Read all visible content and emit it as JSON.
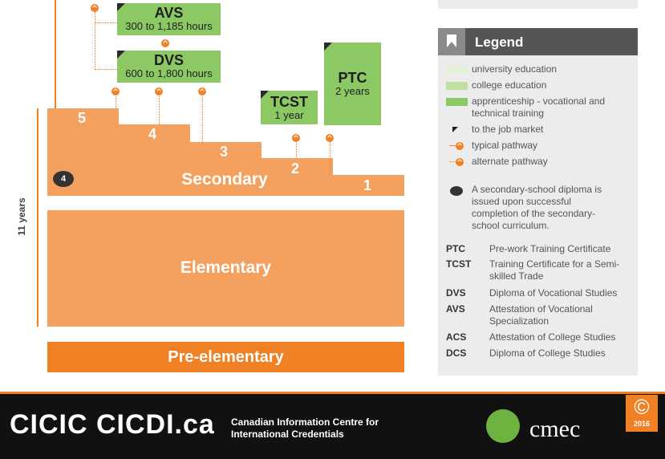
{
  "diagram": {
    "years_label": "11 years",
    "levels": {
      "secondary": "Secondary",
      "elementary": "Elementary",
      "pre_elementary": "Pre-elementary"
    },
    "steps": [
      "5",
      "4",
      "3",
      "2",
      "1"
    ],
    "note_marker": "4",
    "programs": {
      "avs": {
        "name": "AVS",
        "duration": "300 to 1,185 hours"
      },
      "dvs": {
        "name": "DVS",
        "duration": "600 to 1,800 hours"
      },
      "tcst": {
        "name": "TCST",
        "duration": "1 year"
      },
      "ptc": {
        "name": "PTC",
        "duration": "2 years"
      }
    }
  },
  "legend": {
    "title": "Legend",
    "items": [
      {
        "label": "university education",
        "color": "#e3f1d6"
      },
      {
        "label": "college education",
        "color": "#bfe09e"
      },
      {
        "label": "apprenticeship - vocational and technical training",
        "color": "#8cc864"
      },
      {
        "label": "to the job market",
        "icon": "corner-arrow-icon"
      },
      {
        "label": "typical pathway",
        "icon": "typical-pathway-icon"
      },
      {
        "label": "alternate pathway",
        "icon": "alternate-pathway-icon"
      }
    ],
    "note": "A secondary-school diploma is issued upon successful completion of the secondary-school curriculum.",
    "abbreviations": [
      {
        "abbr": "PTC",
        "desc": "Pre-work Training Certificate"
      },
      {
        "abbr": "TCST",
        "desc": "Training Certificate for a Semi-skilled Trade"
      },
      {
        "abbr": "DVS",
        "desc": "Diploma of Vocational Studies"
      },
      {
        "abbr": "AVS",
        "desc": "Attestation of Vocational Specialization"
      },
      {
        "abbr": "ACS",
        "desc": "Attestation of College Studies"
      },
      {
        "abbr": "DCS",
        "desc": "Diploma of College Studies"
      }
    ]
  },
  "footer": {
    "logo_text": "CICIC CICDI.ca",
    "org_line1": "Canadian Information Centre for",
    "org_line2": "International Credentials",
    "cmec_text": "cmec",
    "copyright_symbol": "©",
    "copyright_year": "2016"
  },
  "colors": {
    "secondary": "#f4a05f",
    "pre_elementary": "#ef8023",
    "program_green": "#8cc864",
    "legend_bg": "#ececec"
  }
}
